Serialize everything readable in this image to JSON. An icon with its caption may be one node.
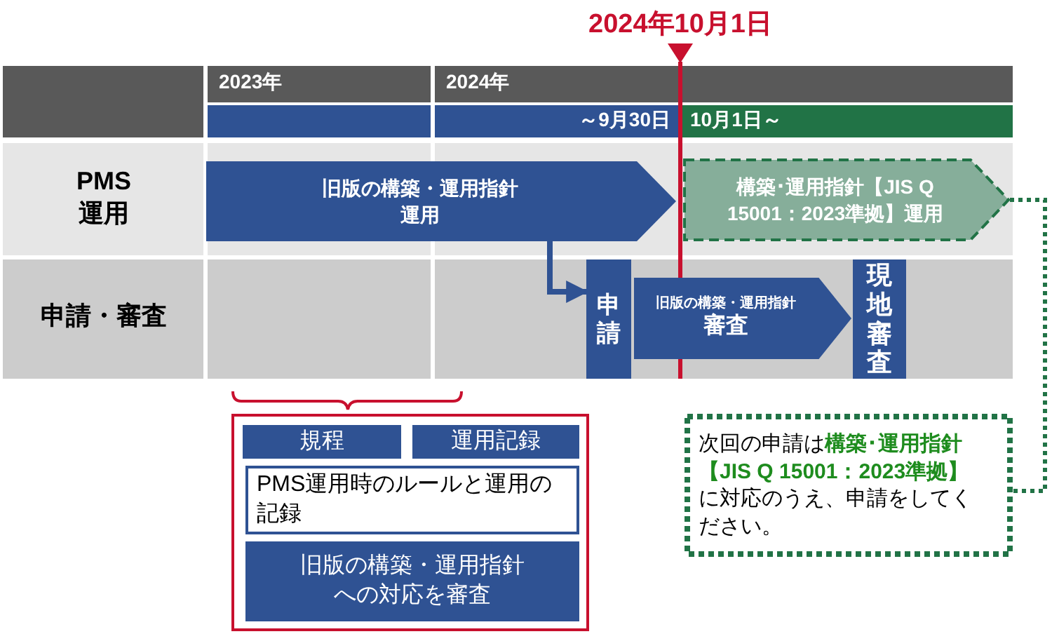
{
  "diagram": {
    "nodes": [
      {
        "text": [
          "旧版の構築・運用指針",
          "運用"
        ]
      },
      {
        "text": [
          "構築･運用指針【JIS Q 15001：2023準拠】運用"
        ]
      },
      {
        "text": [
          "申請"
        ]
      },
      {
        "text": [
          "旧版の構築・運用指針",
          "審査"
        ]
      },
      {
        "text": [
          "現地審査"
        ]
      },
      {
        "text": [],
        "shape": "box"
      },
      {
        "text": [
          "規程"
        ],
        "in": 5
      },
      {
        "text": [
          "運用記録"
        ],
        "in": 5
      },
      {
        "text": [
          "PMS運用時のルールと運用の記録"
        ],
        "in": 5
      },
      {
        "text": [
          "旧版の構築・運用指針への対応を審査"
        ],
        "in": 5
      },
      {
        "text": [
          "次回の申請は**構築･運用指針【JIS Q 15001：2023準拠】**に対応のうえ、申請をしてください。"
        ]
      }
    ],
    "edges": [
      {
        "from": 0,
        "to": 2,
        "arrow": "to"
      },
      {
        "from": 1,
        "to": 10,
        "arrow": "none",
        "style": "dashed",
        "color": "#217346"
      }
    ],
    "labels": [
      "2024年10月1日",
      "2023年",
      "2024年",
      "～9月30日",
      "10月1日～",
      "PMS運用",
      "申請・審査"
    ]
  }
}
